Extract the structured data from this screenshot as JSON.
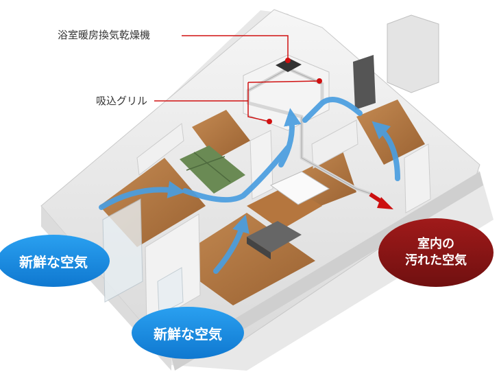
{
  "labels": {
    "dryer": "浴室暖房換気乾燥機",
    "grille": "吸込グリル"
  },
  "bubbles": {
    "fresh_air_left": "新鮮な空気",
    "fresh_air_bottom": "新鮮な空気",
    "dirty_air_line1": "室内の",
    "dirty_air_line2": "汚れた空気"
  },
  "colors": {
    "fresh_air": "#1e90e6",
    "dirty_air": "#8b1414",
    "airflow_arrow": "#4a9ee0",
    "exhaust_arrow": "#cc1010",
    "pointer": "#d01010"
  }
}
